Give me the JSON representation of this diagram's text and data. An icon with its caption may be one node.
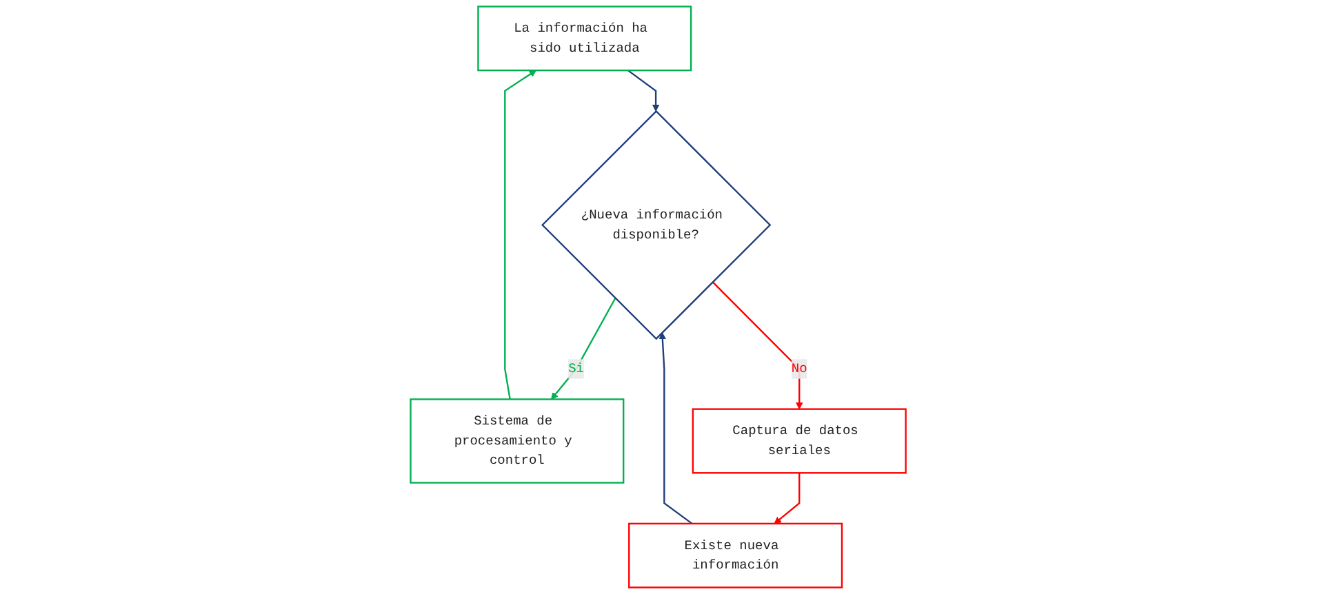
{
  "diagram": {
    "nodes": [
      {
        "text": [
          "La información ha sido utilizada"
        ]
      },
      {
        "text": [
          "Existe nueva información"
        ]
      },
      {
        "text": [
          "Sistema de procesamiento y control"
        ]
      },
      {
        "text": [
          "¿Nueva información disponible?"
        ]
      },
      {
        "text": [
          "Captura de datos seriales"
        ]
      }
    ],
    "edges": [
      {
        "from": 0,
        "to": 3,
        "arrow": "to",
        "color": "#1f3f7a"
      },
      {
        "from": 1,
        "to": 3,
        "arrow": "to",
        "color": "#1f3f7a"
      },
      {
        "from": 3,
        "to": 2,
        "arrow": "to",
        "label": "Si",
        "color": "#00b050"
      },
      {
        "from": 3,
        "to": 4,
        "arrow": "to",
        "label": "No",
        "color": "#ff0000"
      },
      {
        "from": 2,
        "to": 0,
        "arrow": "to",
        "color": "#00b050"
      },
      {
        "from": 4,
        "to": 1,
        "arrow": "to",
        "color": "#ff0000"
      }
    ]
  }
}
